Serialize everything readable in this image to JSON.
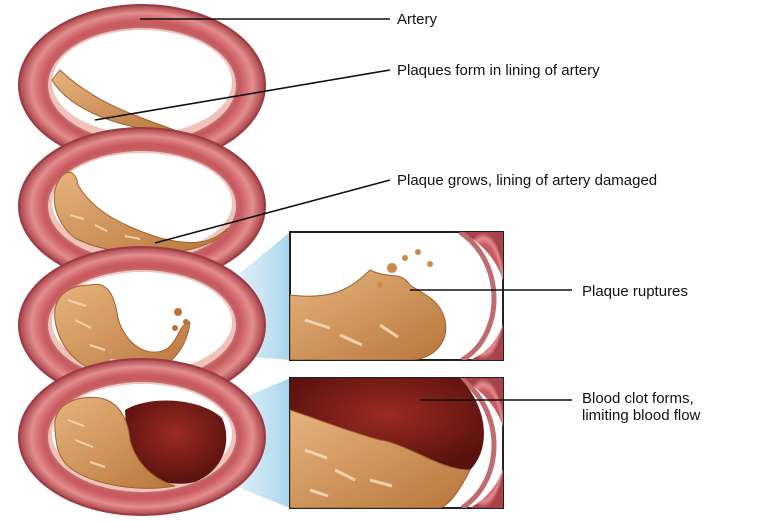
{
  "labels": {
    "artery": "Artery",
    "plaques_form": "Plaques form in lining of artery",
    "plaque_grows": "Plaque grows, lining of artery damaged",
    "plaque_ruptures": "Plaque ruptures",
    "blood_clot": "Blood clot forms,\nlimiting blood flow"
  },
  "colors": {
    "artery_wall": "#d9777a",
    "artery_wall_dark": "#b04a50",
    "lumen": "#ffffff",
    "plaque": "#c98a4b",
    "plaque_light": "#e9b98a",
    "clot": "#7a1e1a",
    "inset_bg": "#b8dcef",
    "leader_line": "#111111"
  }
}
